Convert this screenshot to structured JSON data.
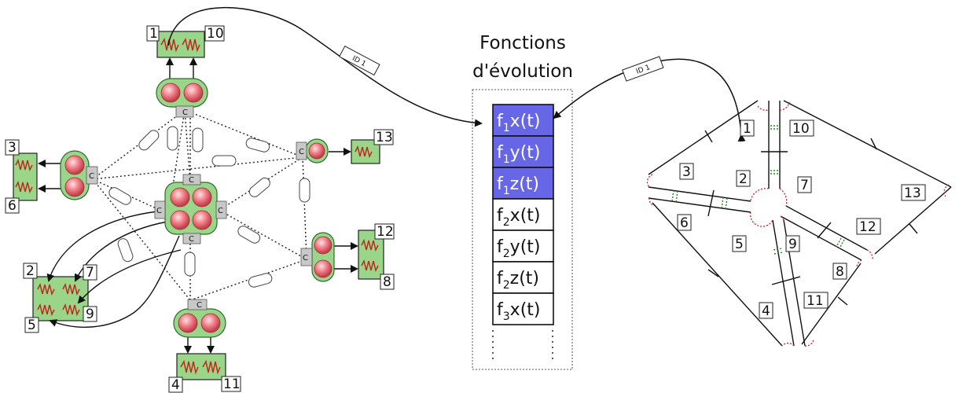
{
  "title_line1": "Fonctions",
  "title_line2": "d'évolution",
  "id_tag_left": "ID 1",
  "id_tag_right": "ID 1",
  "controller_label": "C",
  "functions": [
    {
      "f": "f",
      "sub": "1",
      "arg": "x(t)",
      "highlight": true
    },
    {
      "f": "f",
      "sub": "1",
      "arg": "y(t)",
      "highlight": true
    },
    {
      "f": "f",
      "sub": "1",
      "arg": "z(t)",
      "highlight": true
    },
    {
      "f": "f",
      "sub": "2",
      "arg": "x(t)",
      "highlight": false
    },
    {
      "f": "f",
      "sub": "2",
      "arg": "y(t)",
      "highlight": false
    },
    {
      "f": "f",
      "sub": "2",
      "arg": "z(t)",
      "highlight": false
    },
    {
      "f": "f",
      "sub": "3",
      "arg": "x(t)",
      "highlight": false
    }
  ],
  "left_labels": {
    "top_a": "1",
    "top_b": "10",
    "left_a": "3",
    "left_b": "6",
    "right_top": "13",
    "right_a": "12",
    "right_b": "8",
    "bl_a": "2",
    "bl_b": "7",
    "bl_c": "5",
    "bl_d": "9",
    "bottom_a": "4",
    "bottom_b": "11"
  },
  "right_labels": [
    "1",
    "10",
    "3",
    "2",
    "7",
    "13",
    "6",
    "5",
    "9",
    "12",
    "8",
    "11",
    "4"
  ],
  "colors": {
    "highlight": "#6666e6",
    "green": "#9ad68a",
    "green_stroke": "#2d6a2d",
    "ball": "#e8707a",
    "controller": "#c8c8c8",
    "wave": "#c0281e",
    "red_dot": "#cc2222"
  }
}
